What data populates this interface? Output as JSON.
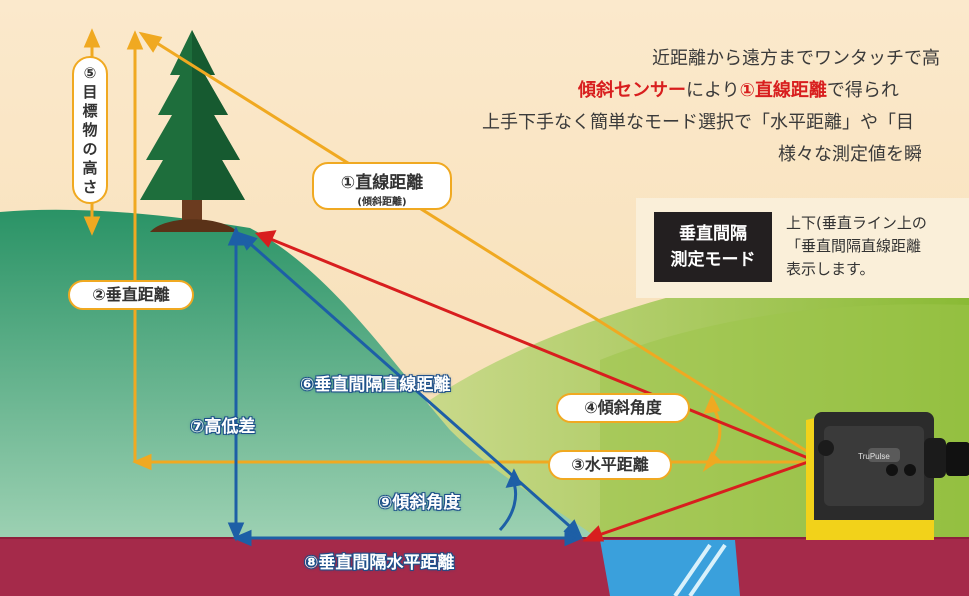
{
  "intro": {
    "line1": "近距離から遠方までワンタッチで高",
    "line2_red1": "傾斜センサー",
    "line2_mid": "により",
    "line2_red2": "①直線距離",
    "line2_end": "で得られ",
    "line3": "上手下手なく簡単なモード選択で「水平距離」や「目",
    "line4": "様々な測定値を瞬"
  },
  "mode": {
    "badge_line1": "垂直間隔",
    "badge_line2": "測定モード",
    "desc_line1": "上下(垂直ライン上の",
    "desc_line2": "「垂直間隔直線距離",
    "desc_line3": "表示します。"
  },
  "labels": {
    "l1_main": "①直線距離",
    "l1_sub": "(傾斜距離)",
    "l2": "②垂直距離",
    "l3": "③水平距離",
    "l4": "④傾斜角度",
    "l5": "⑤目標物の高さ",
    "l6": "⑥垂直間隔直線距離",
    "l7": "⑦高低差",
    "l8": "⑧垂直間隔水平距離",
    "l9": "⑨傾斜角度"
  },
  "device": {
    "screen_text": "TruPulse"
  },
  "colors": {
    "sky": "#fbe6c4",
    "hill_green": "#2f9a6c",
    "hill_light": "#8fc59a",
    "grass_right": "#8fbf3a",
    "ground": "#a52a4a",
    "water": "#3aa0dc",
    "yellow_line": "#f0a921",
    "red_line": "#d81e1e",
    "blue_line": "#1d5fa6"
  }
}
